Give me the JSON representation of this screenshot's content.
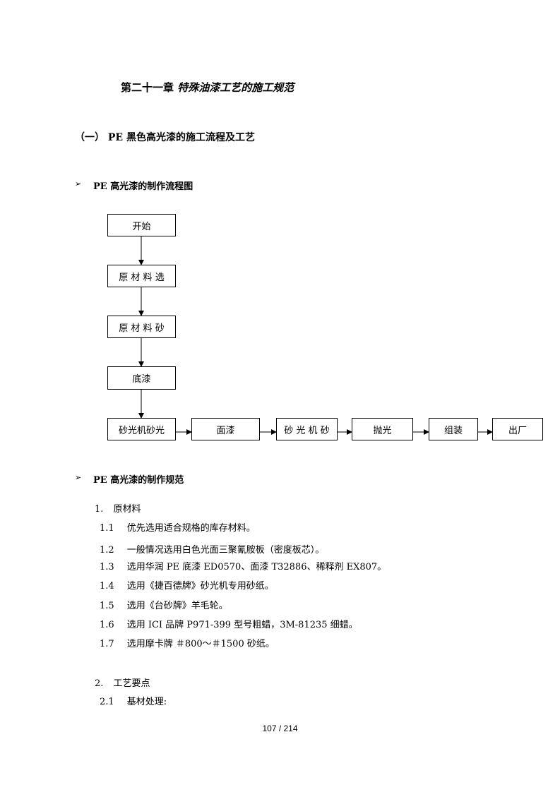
{
  "chapter": {
    "number": "第二十一章",
    "title": "特殊油漆工艺的施工规范"
  },
  "section": {
    "label": "（一）",
    "title": "PE 黑色高光漆的施工流程及工艺"
  },
  "bullet_symbol": "➢",
  "flow_heading": "PE 高光漆的制作流程图",
  "flow_steps": [
    "开始",
    "原 材 料 选",
    "原 材 料 砂",
    "底漆",
    "砂光机砂光",
    "面漆",
    "砂 光 机 砂",
    "抛光",
    "组装",
    "出厂"
  ],
  "spec_heading": "PE 高光漆的制作规范",
  "materials": {
    "number": "1.",
    "title": "原材料",
    "items": [
      {
        "num": "1.1",
        "text": "优先选用适合规格的库存材料。"
      },
      {
        "num": "1.2",
        "text": "一般情况选用白色光面三聚氰胺板（密度板芯）。"
      },
      {
        "num": "1.3",
        "text": "选用华润 PE 底漆 ED0570、面漆 T32886、稀释剂 EX807。"
      },
      {
        "num": "1.4",
        "text": "选用《捷百德牌》砂光机专用砂纸。"
      },
      {
        "num": "1.5",
        "text": "选用《台砂牌》羊毛轮。"
      },
      {
        "num": "1.6",
        "text": "选用 ICI 品牌 P971-399 型号粗蜡，3M-81235 细蜡。"
      },
      {
        "num": "1.7",
        "text": "选用摩卡牌 ＃800～＃1500 砂纸。"
      }
    ]
  },
  "process": {
    "number": "2.",
    "title": "工艺要点",
    "items": [
      {
        "num": "2.1",
        "text": "基材处理:"
      }
    ]
  },
  "footer": {
    "page": "107 / 214"
  }
}
